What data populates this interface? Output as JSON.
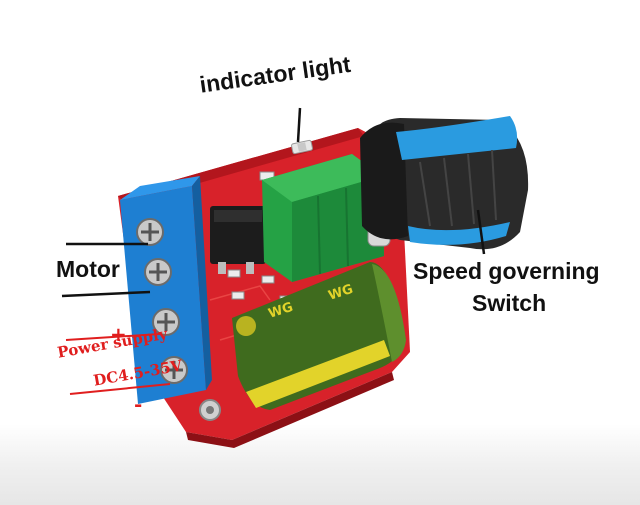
{
  "labels": {
    "indicator_light": "indicator light",
    "motor": "Motor",
    "speed_line1": "Speed governing",
    "speed_line2": "Switch",
    "plus": "+",
    "power_supply": "Power supply",
    "voltage": "DC4.5-35V",
    "minus": "-"
  },
  "components": {
    "capacitor_marking_1": "WG",
    "capacitor_marking_2": "WG"
  },
  "colors": {
    "pcb": "#d8222a",
    "terminal_block": "#1e7fd2",
    "potentiometer_body": "#25a245",
    "knob": "#2a2a2a",
    "knob_stripe": "#2a9be0",
    "capacitor": "#3f6b1e",
    "capacitor_band": "#e2d32a",
    "label_red": "#e01e1e"
  },
  "icons": [
    "screw-terminal-icon",
    "led-icon",
    "mosfet-icon",
    "capacitor-icon",
    "potentiometer-icon",
    "knob-icon"
  ]
}
